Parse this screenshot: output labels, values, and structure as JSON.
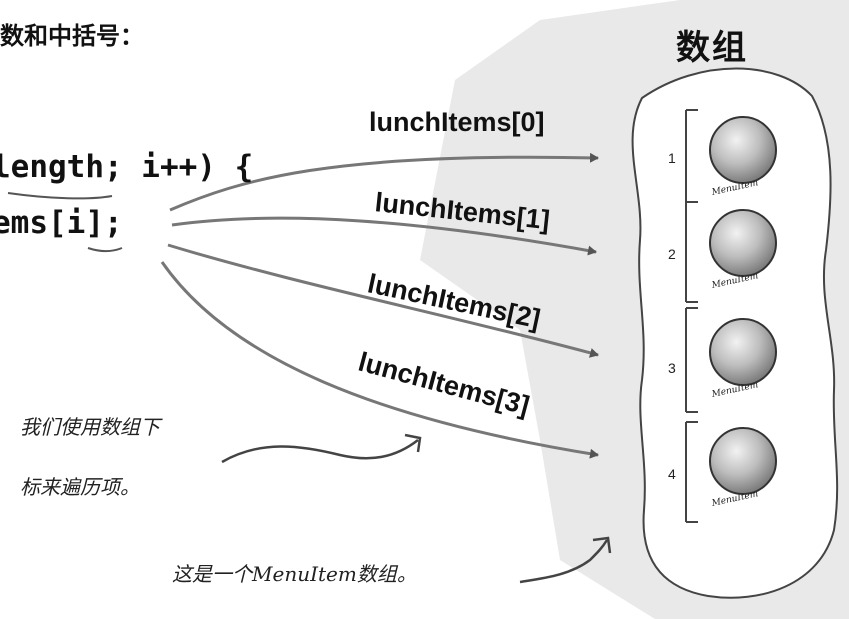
{
  "heading": "数和中括号：",
  "array_title": "数组",
  "code": {
    "line1_part1": "length",
    "line1_part2": "; i++)  {",
    "line2_part1": "ems[",
    "line2_part2": "i",
    "line2_part3": "];"
  },
  "labels": [
    "lunchItems[0]",
    "lunchItems[1]",
    "lunchItems[2]",
    "lunchItems[3]"
  ],
  "annotations": {
    "iterate_line1": "我们使用数组下",
    "iterate_line2": "标来遍历项。",
    "array_note": "这是一个MenuItem数组。"
  },
  "slots": [
    {
      "index": "1",
      "item": "MenuItem"
    },
    {
      "index": "2",
      "item": "MenuItem"
    },
    {
      "index": "3",
      "item": "MenuItem"
    },
    {
      "index": "4",
      "item": "MenuItem"
    }
  ]
}
